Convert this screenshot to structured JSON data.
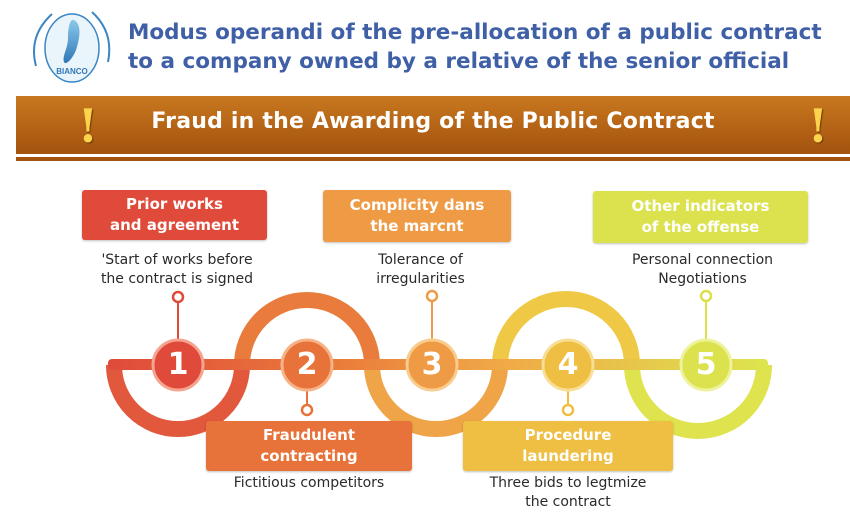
{
  "header": {
    "logo_text": "BIANCO",
    "title_line1": "Modus operandi of the pre-allocation of a public contract",
    "title_line2": "to a company owned by a relative of the senior official"
  },
  "banner": {
    "title": "Fraud in the Awarding of the Public Contract",
    "left_icon": "exclamation-icon",
    "right_icon": "exclamation-icon",
    "color": "#b0601a"
  },
  "steps": [
    {
      "number": "1",
      "title": [
        "Prior works",
        "and agreement"
      ],
      "description": [
        "'Start of works before",
        "the contract is signed"
      ],
      "color": "#e04a3b"
    },
    {
      "number": "2",
      "title": [
        "Fraudulent",
        "contracting"
      ],
      "description": [
        "Fictitious competitors"
      ],
      "color": "#e8733a"
    },
    {
      "number": "3",
      "title": [
        "Complicity dans",
        "the marcnt"
      ],
      "description": [
        "Tolerance of",
        "irregularities"
      ],
      "color": "#ef9b45"
    },
    {
      "number": "4",
      "title": [
        "Procedure",
        "laundering"
      ],
      "description": [
        "Three bids to legtmize",
        "the contract"
      ],
      "color": "#efbf44"
    },
    {
      "number": "5",
      "title": [
        "Other indicators",
        "of the offense"
      ],
      "description": [
        "Personal connection",
        "Negotiations"
      ],
      "color": "#dbe24d"
    }
  ]
}
